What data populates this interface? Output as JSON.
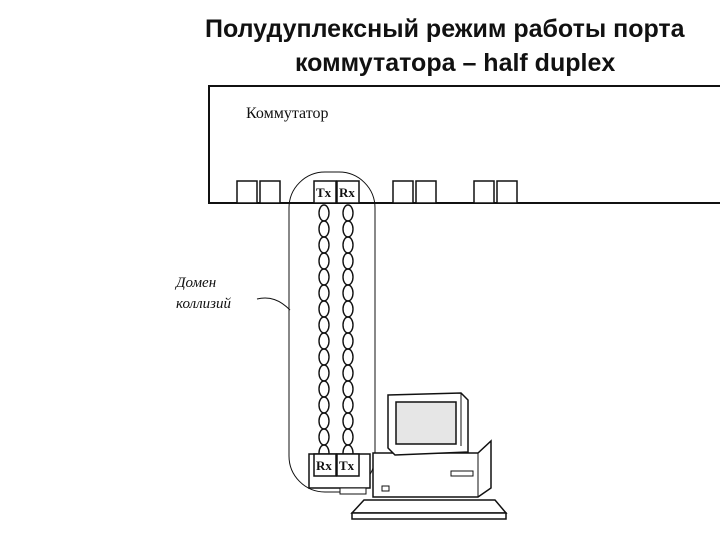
{
  "slide": {
    "title_line1": "Полудуплексный режим работы порта",
    "title_line2": "коммутатора – half duplex"
  },
  "diagram": {
    "switch_label": "Коммутатор",
    "switch_port_tx": "Tx",
    "switch_port_rx": "Rx",
    "pc_port_rx": "Rx",
    "pc_port_tx": "Tx",
    "collision_label_line1": "Домен",
    "collision_label_line2": "коллизий"
  },
  "colors": {
    "line": "#111111",
    "screen": "#e6e6e6"
  }
}
